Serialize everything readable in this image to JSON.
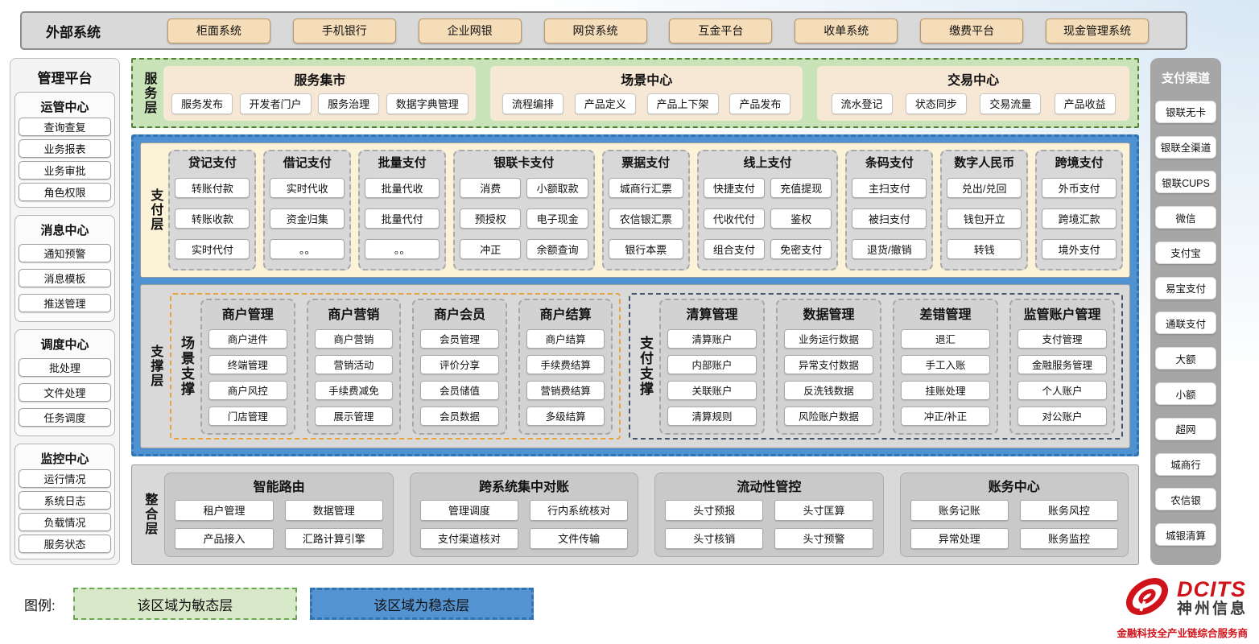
{
  "external_systems": {
    "label": "外部系统",
    "items": [
      "柜面系统",
      "手机银行",
      "企业网银",
      "网贷系统",
      "互金平台",
      "收单系统",
      "缴费平台",
      "现金管理系统"
    ]
  },
  "management_platform": {
    "title": "管理平台",
    "sections": [
      {
        "title": "运管中心",
        "items": [
          "查询查复",
          "业务报表",
          "业务审批",
          "角色权限"
        ]
      },
      {
        "title": "消息中心",
        "items": [
          "通知预警",
          "消息模板",
          "推送管理"
        ]
      },
      {
        "title": "调度中心",
        "items": [
          "批处理",
          "文件处理",
          "任务调度"
        ]
      },
      {
        "title": "监控中心",
        "items": [
          "运行情况",
          "系统日志",
          "负载情况",
          "服务状态"
        ]
      }
    ]
  },
  "service_layer": {
    "label": "服务层",
    "groups": [
      {
        "title": "服务集市",
        "items": [
          "服务发布",
          "开发者门户",
          "服务治理",
          "数据字典管理"
        ]
      },
      {
        "title": "场景中心",
        "items": [
          "流程编排",
          "产品定义",
          "产品上下架",
          "产品发布"
        ]
      },
      {
        "title": "交易中心",
        "items": [
          "流水登记",
          "状态同步",
          "交易流量",
          "产品收益"
        ]
      }
    ]
  },
  "payment_layer": {
    "label": "支付层",
    "groups": [
      {
        "title": "贷记支付",
        "cols": 1,
        "items": [
          "转账付款",
          "转账收款",
          "实时代付"
        ]
      },
      {
        "title": "借记支付",
        "cols": 1,
        "items": [
          "实时代收",
          "资金归集",
          "。。"
        ]
      },
      {
        "title": "批量支付",
        "cols": 1,
        "items": [
          "批量代收",
          "批量代付",
          "。。"
        ]
      },
      {
        "title": "银联卡支付",
        "cols": 2,
        "items": [
          "消费",
          "小额取款",
          "预授权",
          "电子现金",
          "冲正",
          "余额查询"
        ]
      },
      {
        "title": "票据支付",
        "cols": 1,
        "items": [
          "城商行汇票",
          "农信银汇票",
          "银行本票"
        ]
      },
      {
        "title": "线上支付",
        "cols": 2,
        "items": [
          "快捷支付",
          "充值提现",
          "代收代付",
          "鉴权",
          "组合支付",
          "免密支付"
        ]
      },
      {
        "title": "条码支付",
        "cols": 1,
        "items": [
          "主扫支付",
          "被扫支付",
          "退货/撤销"
        ]
      },
      {
        "title": "数字人民币",
        "cols": 1,
        "items": [
          "兑出/兑回",
          "钱包开立",
          "转钱"
        ]
      },
      {
        "title": "跨境支付",
        "cols": 1,
        "items": [
          "外币支付",
          "跨境汇款",
          "境外支付"
        ]
      }
    ]
  },
  "support_layer": {
    "label": "支撑层",
    "scene_support": {
      "label": "场景支撑",
      "groups": [
        {
          "title": "商户管理",
          "items": [
            "商户进件",
            "终端管理",
            "商户风控",
            "门店管理"
          ]
        },
        {
          "title": "商户营销",
          "items": [
            "商户营销",
            "营销活动",
            "手续费减免",
            "展示管理"
          ]
        },
        {
          "title": "商户会员",
          "items": [
            "会员管理",
            "评价分享",
            "会员储值",
            "会员数据"
          ]
        },
        {
          "title": "商户结算",
          "items": [
            "商户结算",
            "手续费结算",
            "营销费结算",
            "多级结算"
          ]
        }
      ]
    },
    "payment_support": {
      "label": "支付支撑",
      "groups": [
        {
          "title": "清算管理",
          "items": [
            "清算账户",
            "内部账户",
            "关联账户",
            "清算规则"
          ]
        },
        {
          "title": "数据管理",
          "items": [
            "业务运行数据",
            "异常支付数据",
            "反洗钱数据",
            "风险账户数据"
          ]
        },
        {
          "title": "差错管理",
          "items": [
            "退汇",
            "手工入账",
            "挂账处理",
            "冲正/补正"
          ]
        },
        {
          "title": "监管账户管理",
          "items": [
            "支付管理",
            "金融服务管理",
            "个人账户",
            "对公账户"
          ]
        }
      ]
    }
  },
  "integration_layer": {
    "label": "整合层",
    "groups": [
      {
        "title": "智能路由",
        "items": [
          "租户管理",
          "数据管理",
          "产品接入",
          "汇路计算引擎"
        ]
      },
      {
        "title": "跨系统集中对账",
        "items": [
          "管理调度",
          "行内系统核对",
          "支付渠道核对",
          "文件传输"
        ]
      },
      {
        "title": "流动性管控",
        "items": [
          "头寸预报",
          "头寸匡算",
          "头寸核销",
          "头寸预警"
        ]
      },
      {
        "title": "账务中心",
        "items": [
          "账务记账",
          "账务风控",
          "异常处理",
          "账务监控"
        ]
      }
    ]
  },
  "payment_channels": {
    "title": "支付渠道",
    "items": [
      "银联无卡",
      "银联全渠道",
      "银联CUPS",
      "微信",
      "支付宝",
      "易宝支付",
      "通联支付",
      "大额",
      "小额",
      "超网",
      "城商行",
      "农信银",
      "城银清算"
    ]
  },
  "legend": {
    "label": "图例:",
    "agile": "该区域为敏态层",
    "stable": "该区域为稳态层"
  },
  "logo": {
    "brand": "DCITS",
    "company": "神州信息",
    "tagline": "金融科技全产业链综合服务商"
  },
  "colors": {
    "agile_green_bg": "#c9e3b9",
    "agile_green_border": "#538135",
    "stable_blue_bg": "#4f92d1",
    "stable_blue_border": "#2e74b5",
    "payment_cream": "#fcf2d7",
    "tan_button": "#f4ddb8",
    "gray_panel": "#d9d9d9",
    "scene_orange_border": "#e8a33d",
    "brand_red": "#d0121b"
  }
}
